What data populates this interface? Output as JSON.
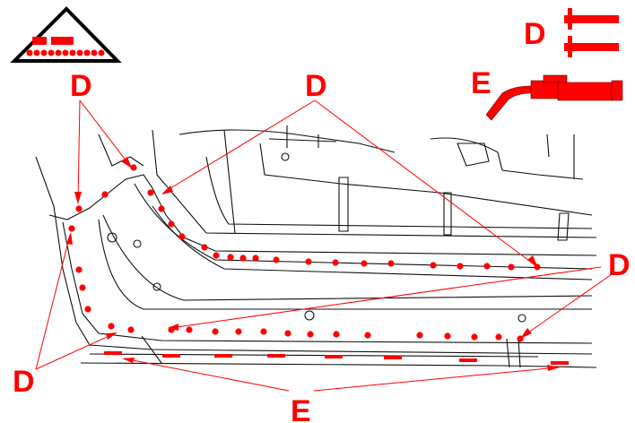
{
  "diagram": {
    "callouts": {
      "top_left": "D",
      "top_middle": "D",
      "right": "D",
      "bottom_left": "D",
      "bottom": "E"
    },
    "legend": {
      "spot_weld_label": "D",
      "mig_weld_label": "E",
      "spot_weld_icon": "spot-weld-icon",
      "mig_weld_icon": "mig-torch-icon"
    },
    "symbol": "weld-triangle-symbol",
    "accent_color": "#ff0000"
  }
}
